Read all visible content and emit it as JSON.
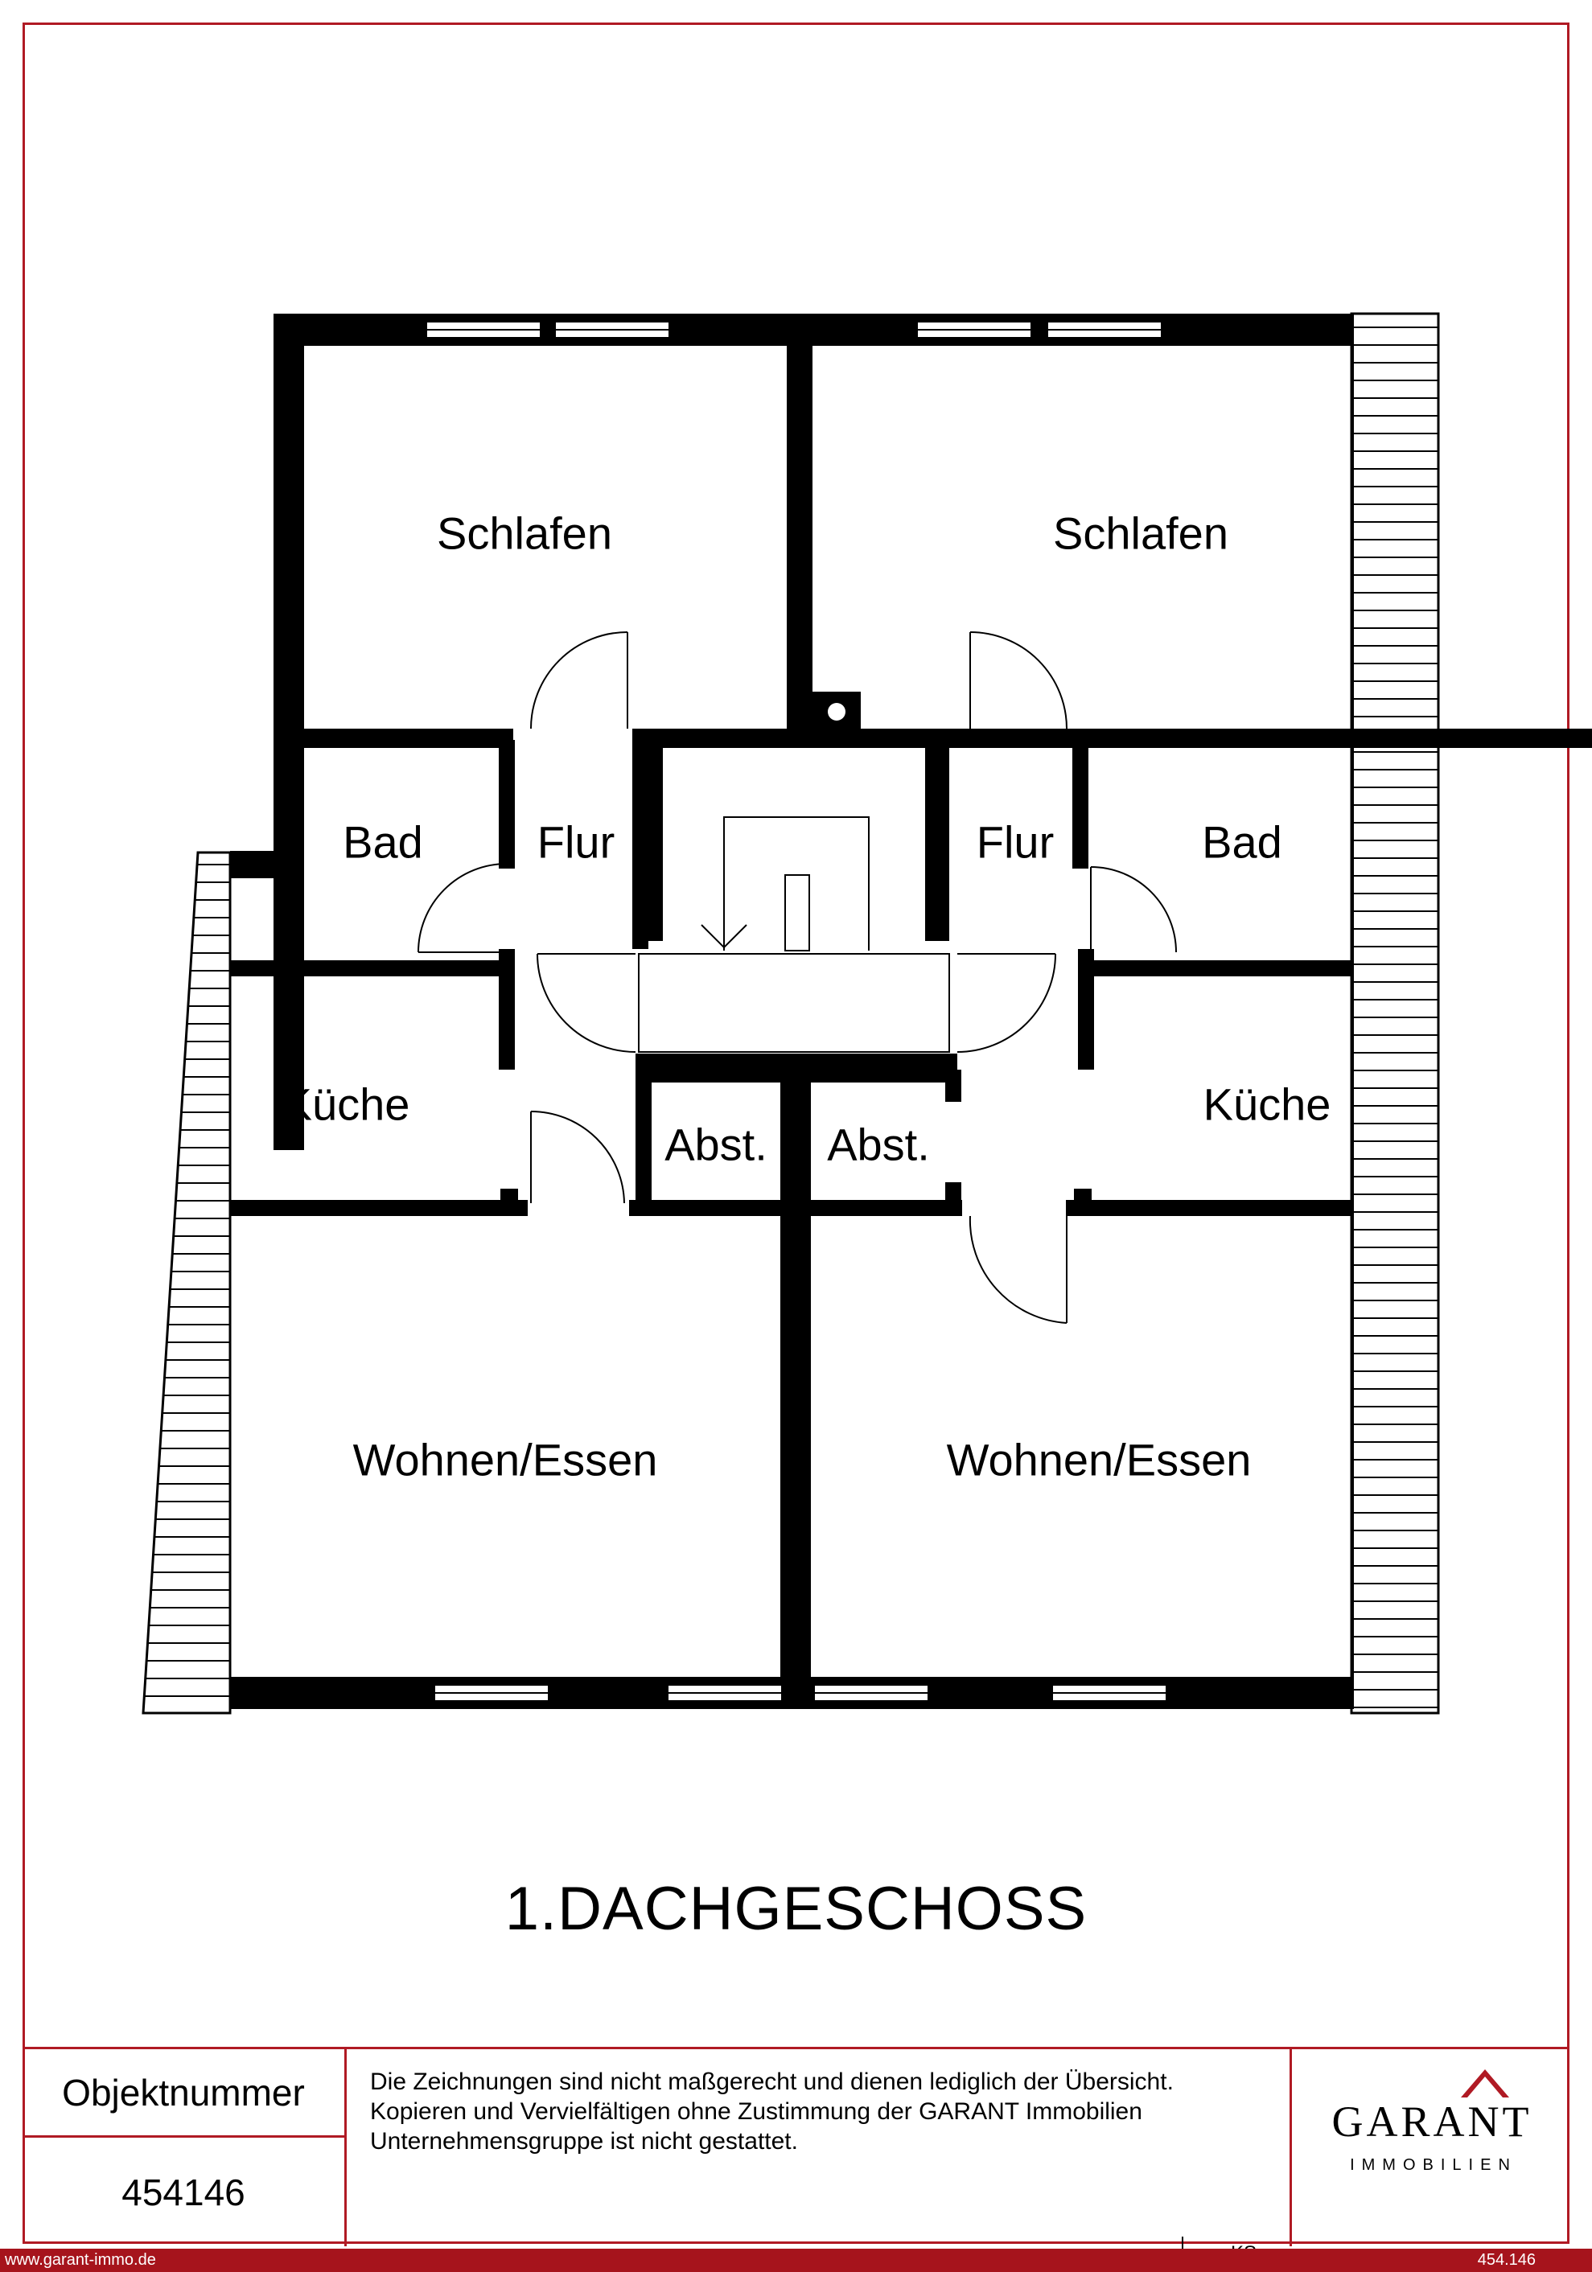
{
  "rooms": {
    "schlafen_left": "Schlafen",
    "schlafen_right": "Schlafen",
    "bad_left": "Bad",
    "flur_left": "Flur",
    "flur_right": "Flur",
    "bad_right": "Bad",
    "kueche_left": "Küche",
    "abst_left": "Abst.",
    "abst_right": "Abst.",
    "kueche_right": "Küche",
    "wohnen_left": "Wohnen/Essen",
    "wohnen_right": "Wohnen/Essen"
  },
  "floor_title": "1.DACHGESCHOSS",
  "info": {
    "object_label": "Objektnummer",
    "object_number": "454146",
    "disclaimer_lines": [
      "Die Zeichnungen sind nicht maßgerecht und dienen lediglich der Übersicht.",
      "Kopieren und Vervielfältigen ohne Zustimmung der GARANT Immobilien",
      "Unternehmensgruppe ist nicht gestattet."
    ],
    "signature": "gez. KS",
    "logo_text": "GARANT",
    "logo_subtext": "IMMOBILIEN"
  },
  "footer": {
    "website": "www.garant-immo.de",
    "reference": "454.146"
  },
  "colors": {
    "frame": "#b01a24",
    "footer_bar": "#a6141c",
    "walls": "#000000"
  }
}
